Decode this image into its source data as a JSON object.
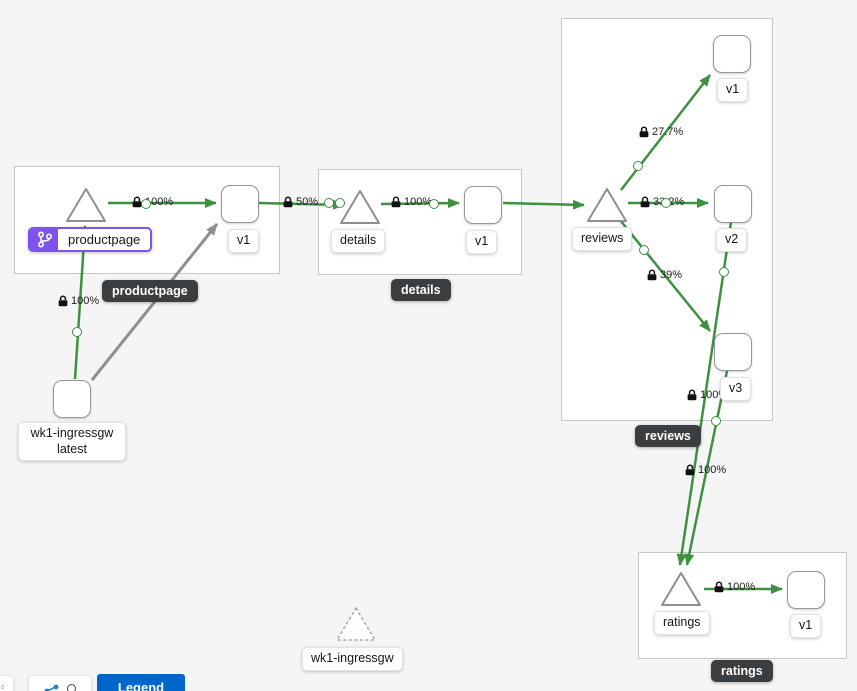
{
  "colors": {
    "edge_healthy_green": "#3d9140",
    "edge_idle_gray": "#8f8f8f",
    "virtual_service_purple": "#7d52ef",
    "tooltip_background": "#3b3e41",
    "legend_button_blue": "#0066cc"
  },
  "groups": {
    "productpage": {
      "tooltip": "productpage"
    },
    "details": {
      "tooltip": "details"
    },
    "reviews": {
      "tooltip": "reviews"
    },
    "ratings": {
      "tooltip": "ratings"
    }
  },
  "nodes": {
    "productpage_service": {
      "label": "productpage"
    },
    "productpage_v1": {
      "label": "v1"
    },
    "details_service": {
      "label": "details"
    },
    "details_v1": {
      "label": "v1"
    },
    "reviews_service": {
      "label": "reviews"
    },
    "reviews_v1": {
      "label": "v1"
    },
    "reviews_v2": {
      "label": "v2"
    },
    "reviews_v3": {
      "label": "v3"
    },
    "ratings_service": {
      "label": "ratings"
    },
    "ratings_v1": {
      "label": "v1"
    },
    "ingress_workload": {
      "label_line1": "wk1-ingressgw",
      "label_line2": "latest"
    },
    "ingress_idle": {
      "label": "wk1-ingressgw"
    }
  },
  "edges": {
    "ingress_to_productpage": {
      "label": "100%"
    },
    "productpage_to_v1": {
      "label": "100%"
    },
    "productpage_v1_to_details": {
      "label": "50%"
    },
    "details_to_v1": {
      "label": "100%"
    },
    "reviews_to_v1": {
      "label": "27.7%"
    },
    "reviews_to_v2": {
      "label": "33.2%"
    },
    "reviews_to_v3": {
      "label": "39%"
    },
    "reviews_v2_to_ratings": {
      "label": "100%"
    },
    "reviews_v3_to_ratings": {
      "label": "100%"
    },
    "ratings_to_v1": {
      "label": "100%"
    }
  },
  "toolbar": {
    "legend_button": "Legend"
  }
}
